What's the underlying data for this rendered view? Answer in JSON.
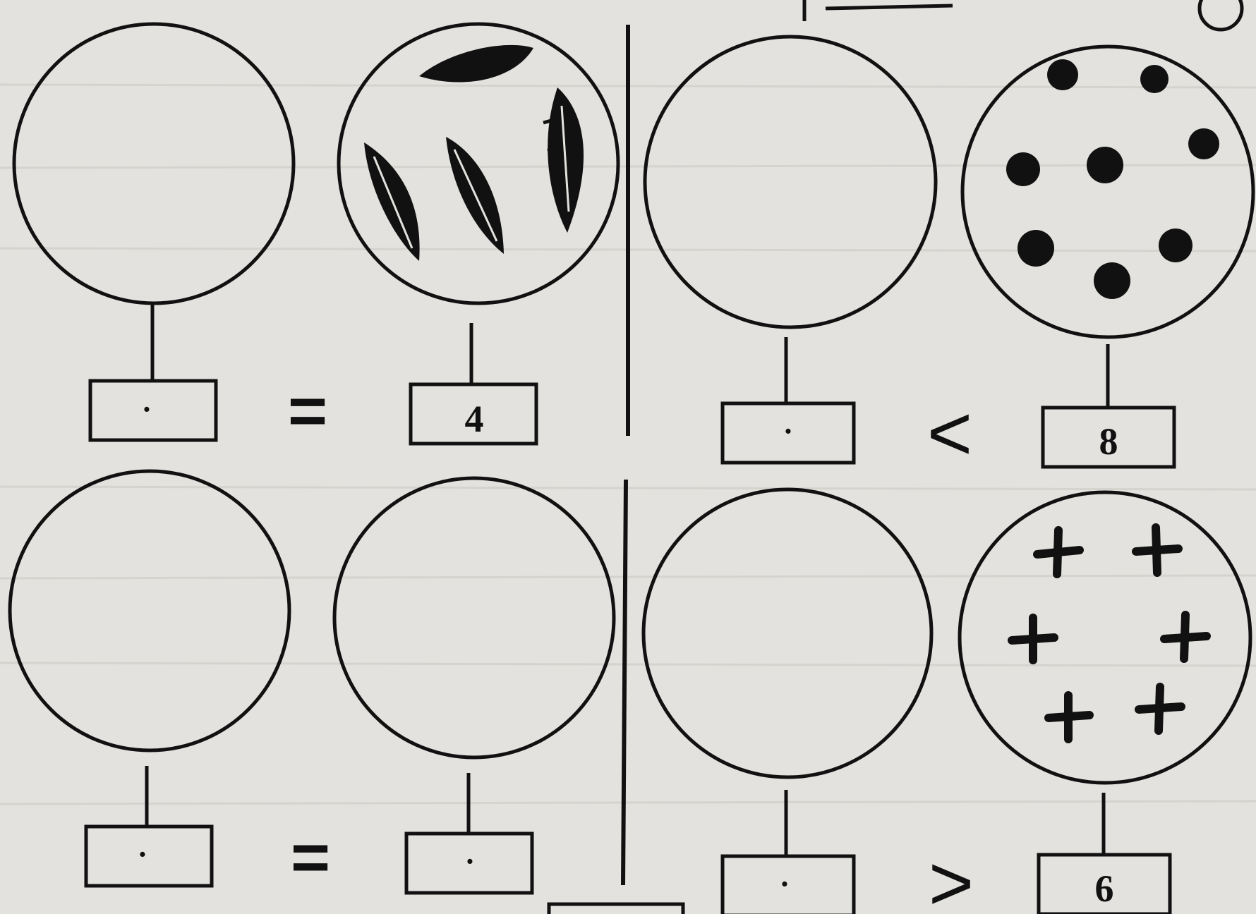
{
  "header_fragment": "...",
  "problems": [
    {
      "id": "top-left",
      "left_box": "·",
      "right_box": "4",
      "symbol": "=",
      "right_items": {
        "count": 4,
        "shape": "leaf-icon"
      }
    },
    {
      "id": "top-right",
      "left_box": "·",
      "right_box": "8",
      "symbol": "<",
      "right_items": {
        "count": 8,
        "shape": "dot-icon"
      }
    },
    {
      "id": "bottom-left",
      "left_box": "·",
      "right_box": "·",
      "symbol": "=",
      "right_items": {
        "count": 0,
        "shape": ""
      }
    },
    {
      "id": "bottom-right",
      "left_box": "·",
      "right_box": "6",
      "symbol": ">",
      "right_items": {
        "count": 6,
        "shape": "plus-icon"
      }
    }
  ],
  "colors": {
    "ink": "#111111",
    "paper": "#e3e2de"
  }
}
